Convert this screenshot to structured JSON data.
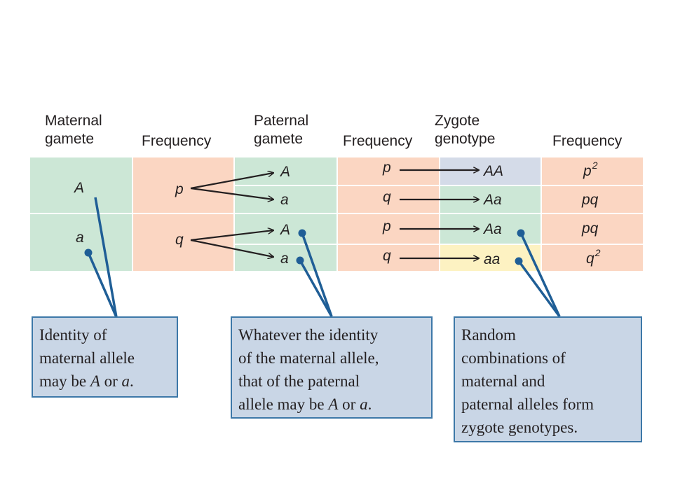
{
  "headers": {
    "maternal_gamete": [
      "Maternal",
      "gamete"
    ],
    "freq1": "Frequency",
    "paternal_gamete": [
      "Paternal",
      "gamete"
    ],
    "freq2": "Frequency",
    "zygote_genotype": [
      "Zygote",
      "genotype"
    ],
    "freq3": "Frequency"
  },
  "maternal": {
    "allele_A": "A",
    "allele_a": "a"
  },
  "maternal_freq": {
    "p": "p",
    "q": "q"
  },
  "paternal": {
    "top_A": "A",
    "top_a": "a",
    "bot_A": "A",
    "bot_a": "a"
  },
  "paternal_freq": {
    "r1": "p",
    "r2": "q",
    "r3": "p",
    "r4": "q"
  },
  "zygote": {
    "r1": "AA",
    "r2": "Aa",
    "r3": "Aa",
    "r4": "aa"
  },
  "zygote_freq": {
    "r1": "p",
    "r1_exp": "2",
    "r2": "pq",
    "r3": "pq",
    "r4": "q",
    "r4_exp": "2"
  },
  "callouts": {
    "c1": {
      "line1": "Identity of",
      "line2": "maternal allele",
      "line3_pre": "may be ",
      "A": "A",
      "or": " or ",
      "a": "a",
      "end": "."
    },
    "c2": {
      "line1": "Whatever the identity",
      "line2": "of the maternal allele,",
      "line3": "that of the paternal",
      "line4_pre": "allele may be ",
      "A": "A",
      "or": " or ",
      "a": "a",
      "end": "."
    },
    "c3": {
      "line1": "Random",
      "line2": "combinations of",
      "line3": "maternal and",
      "line4": "paternal alleles form",
      "line5": "zygote genotypes."
    }
  },
  "colors": {
    "green": "#cce7d6",
    "salmon": "#fbd6c2",
    "blue_grey": "#d4dbe8",
    "yellow": "#fdf2c2",
    "callout_fill": "#c9d6e6",
    "pointer": "#1f5e96"
  }
}
